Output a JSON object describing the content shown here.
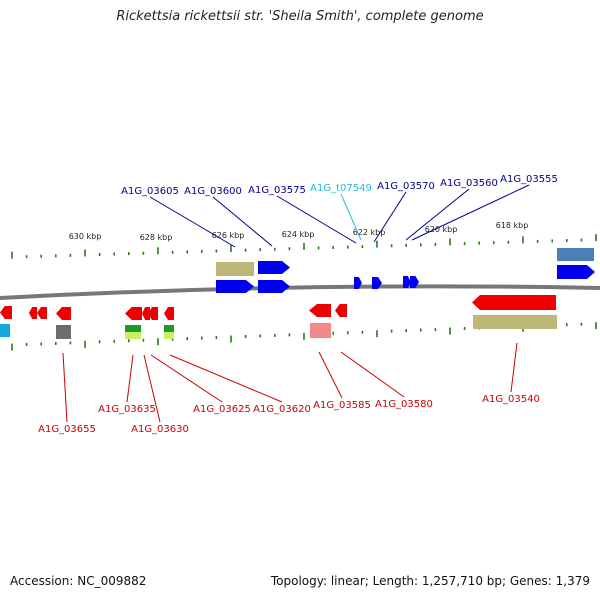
{
  "title": "Rickettsia rickettsii str. 'Sheila Smith', complete genome",
  "footer": {
    "accession": "Accession: NC_009882",
    "summary": "Topology: linear; Length: 1,257,710 bp; Genes: 1,379"
  },
  "ruler_labels": [
    "630 kbp",
    "628 kbp",
    "626 kbp",
    "624 kbp",
    "622 kbp",
    "620 kbp",
    "618 kbp"
  ],
  "colors": {
    "forward_gene": "#0000ee",
    "reverse_gene": "#ee0000",
    "tick": "#2a7a1a",
    "backbone": "#777777",
    "forward_label": "#00008b",
    "trna_label": "#22bbdd",
    "reverse_label": "#cc0000"
  },
  "top_labels": [
    "A1G_03605",
    "A1G_03600",
    "A1G_03575",
    "A1G_t07549",
    "A1G_03570",
    "A1G_03560",
    "A1G_03555"
  ],
  "bottom_labels": [
    "A1G_03655",
    "A1G_03635",
    "A1G_03630",
    "A1G_03625",
    "A1G_03620",
    "A1G_03585",
    "A1G_03580",
    "A1G_03540"
  ]
}
